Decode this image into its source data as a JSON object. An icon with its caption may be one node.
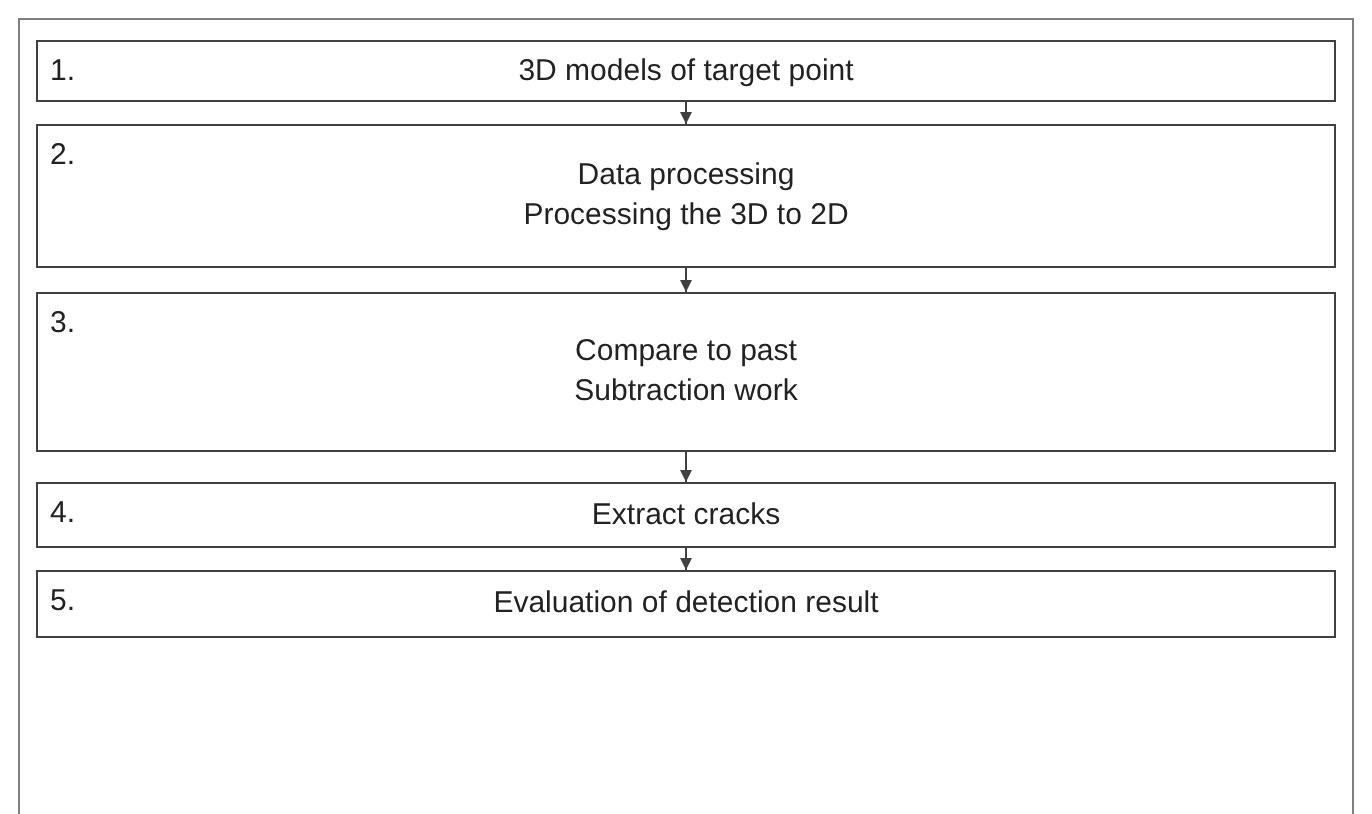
{
  "diagram": {
    "nodes": [
      {
        "text": [
          "1.",
          "3D models of target point"
        ]
      },
      {
        "text": [
          "2.",
          "Data processing",
          "Processing the 3D to 2D"
        ]
      },
      {
        "text": [
          "3.",
          "Compare to past",
          "Subtraction work"
        ]
      },
      {
        "text": [
          "4.",
          "Extract cracks"
        ]
      },
      {
        "text": [
          "5.",
          "Evaluation of detection result"
        ]
      }
    ],
    "edges": [
      {
        "from": 0,
        "to": 1,
        "arrow": "to"
      },
      {
        "from": 1,
        "to": 2,
        "arrow": "to"
      },
      {
        "from": 2,
        "to": 3,
        "arrow": "to"
      },
      {
        "from": 3,
        "to": 4,
        "arrow": "to"
      }
    ]
  }
}
